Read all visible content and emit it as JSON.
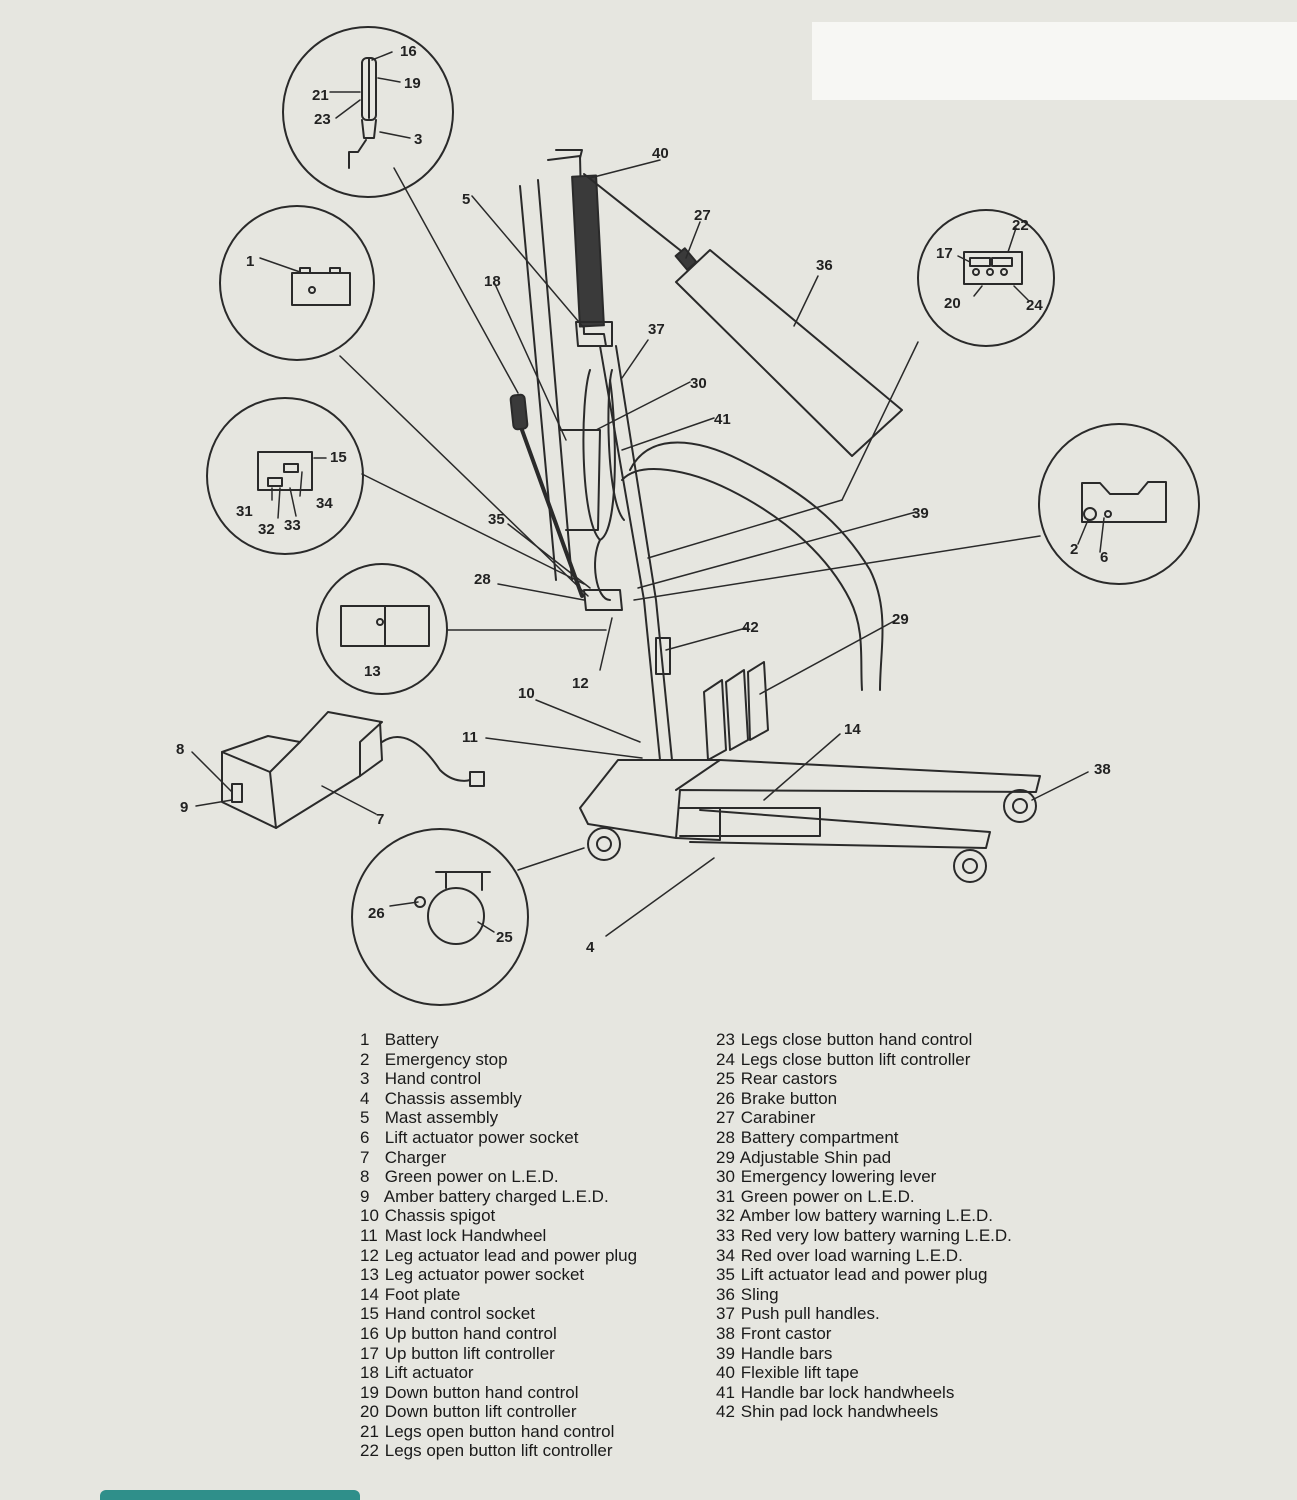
{
  "parts": [
    {
      "n": "1",
      "t": "Battery"
    },
    {
      "n": "2",
      "t": "Emergency stop"
    },
    {
      "n": "3",
      "t": "Hand control"
    },
    {
      "n": "4",
      "t": "Chassis assembly"
    },
    {
      "n": "5",
      "t": "Mast assembly"
    },
    {
      "n": "6",
      "t": "Lift actuator power socket"
    },
    {
      "n": "7",
      "t": "Charger"
    },
    {
      "n": "8",
      "t": "Green power on L.E.D."
    },
    {
      "n": "9",
      "t": "Amber battery charged  L.E.D."
    },
    {
      "n": "10",
      "t": "Chassis spigot"
    },
    {
      "n": "11",
      "t": "Mast lock Handwheel"
    },
    {
      "n": "12",
      "t": "Leg actuator lead and power plug"
    },
    {
      "n": "13",
      "t": "Leg actuator power socket"
    },
    {
      "n": "14",
      "t": "Foot plate"
    },
    {
      "n": "15",
      "t": "Hand control socket"
    },
    {
      "n": "16",
      "t": "Up button hand control"
    },
    {
      "n": "17",
      "t": "Up button lift controller"
    },
    {
      "n": "18",
      "t": "Lift actuator"
    },
    {
      "n": "19",
      "t": "Down button hand control"
    },
    {
      "n": "20",
      "t": "Down button lift controller"
    },
    {
      "n": "21",
      "t": "Legs open button hand control"
    },
    {
      "n": "22",
      "t": "Legs open button lift controller"
    },
    {
      "n": "23",
      "t": "Legs close button hand control"
    },
    {
      "n": "24",
      "t": "Legs close button lift controller"
    },
    {
      "n": "25",
      "t": "Rear castors"
    },
    {
      "n": "26",
      "t": "Brake button"
    },
    {
      "n": "27",
      "t": "Carabiner"
    },
    {
      "n": "28",
      "t": "Battery compartment"
    },
    {
      "n": "29",
      "t": "Adjustable Shin pad"
    },
    {
      "n": "30",
      "t": "Emergency lowering lever"
    },
    {
      "n": "31",
      "t": "Green power on L.E.D."
    },
    {
      "n": "32",
      "t": "Amber low battery warning L.E.D."
    },
    {
      "n": "33",
      "t": "Red very low battery warning L.E.D."
    },
    {
      "n": "34",
      "t": "Red over load warning L.E.D."
    },
    {
      "n": "35",
      "t": "Lift actuator lead and power plug"
    },
    {
      "n": "36",
      "t": "Sling"
    },
    {
      "n": "37",
      "t": "Push pull handles."
    },
    {
      "n": "38",
      "t": "Front castor"
    },
    {
      "n": "39",
      "t": "Handle bars"
    },
    {
      "n": "40",
      "t": "Flexible lift tape"
    },
    {
      "n": "41",
      "t": "Handle bar lock handwheels"
    },
    {
      "n": "42",
      "t": "Shin pad lock handwheels"
    }
  ],
  "callouts": [
    "1",
    "2",
    "3",
    "4",
    "5",
    "6",
    "7",
    "8",
    "9",
    "10",
    "11",
    "12",
    "13",
    "14",
    "15",
    "16",
    "17",
    "18",
    "19",
    "20",
    "21",
    "22",
    "23",
    "24",
    "25",
    "26",
    "27",
    "28",
    "29",
    "30",
    "31",
    "32",
    "33",
    "34",
    "35",
    "36",
    "37",
    "38",
    "39",
    "40",
    "41",
    "42"
  ]
}
